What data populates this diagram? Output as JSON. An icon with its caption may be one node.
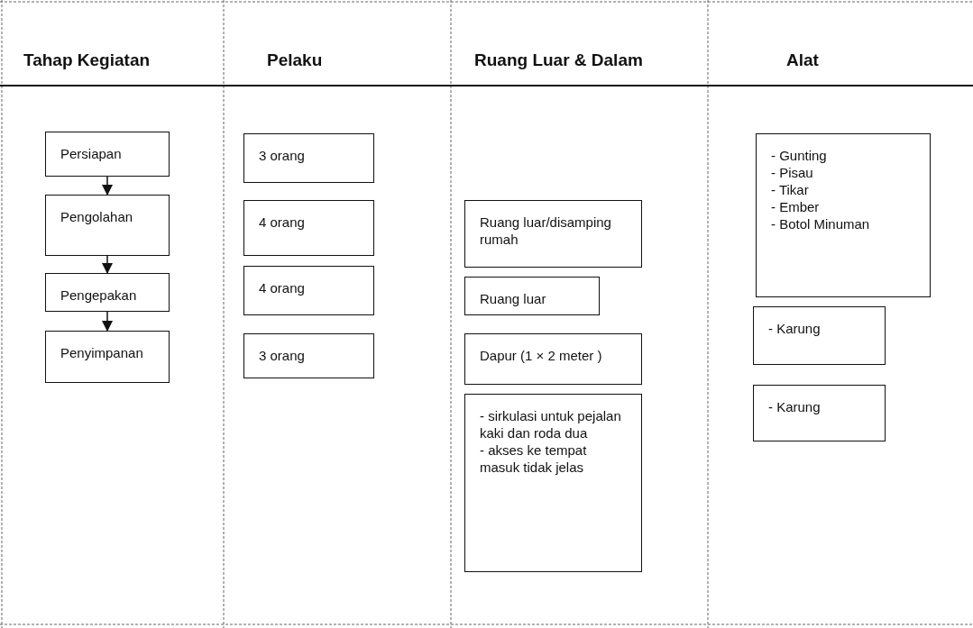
{
  "diagram": {
    "nodes": [
      {
        "text": [
          "Persiapan"
        ]
      },
      {
        "text": [
          "Pengolahan"
        ]
      },
      {
        "text": [
          "Pengepakan"
        ]
      },
      {
        "text": [
          "Penyimpanan"
        ]
      },
      {
        "text": [
          "3 orang"
        ]
      },
      {
        "text": [
          "4 orang"
        ]
      },
      {
        "text": [
          "4 orang"
        ]
      },
      {
        "text": [
          "3 orang"
        ]
      },
      {
        "text": [
          "Ruang luar/disamping rumah"
        ]
      },
      {
        "text": [
          "Ruang luar"
        ]
      },
      {
        "text": [
          "Dapur (1 × 2 meter )"
        ]
      },
      {
        "text": [
          "- sirkulasi untuk pejalan kaki dan roda dua",
          "- akses ke tempat masuk tidak jelas"
        ]
      },
      {
        "text": [
          "- Gunting",
          "- Pisau",
          "- Tikar",
          "- Ember",
          "- Botol Minuman"
        ]
      },
      {
        "text": [
          "- Karung"
        ]
      },
      {
        "text": [
          "- Karung"
        ]
      }
    ],
    "edges": [
      {
        "from": 0,
        "to": 1,
        "arrow": "to"
      },
      {
        "from": 1,
        "to": 2,
        "arrow": "to"
      },
      {
        "from": 2,
        "to": 3,
        "arrow": "to"
      }
    ],
    "labels": [
      "Tahap Kegiatan",
      "Pelaku",
      "Ruang  Luar & Dalam",
      "Alat"
    ]
  }
}
